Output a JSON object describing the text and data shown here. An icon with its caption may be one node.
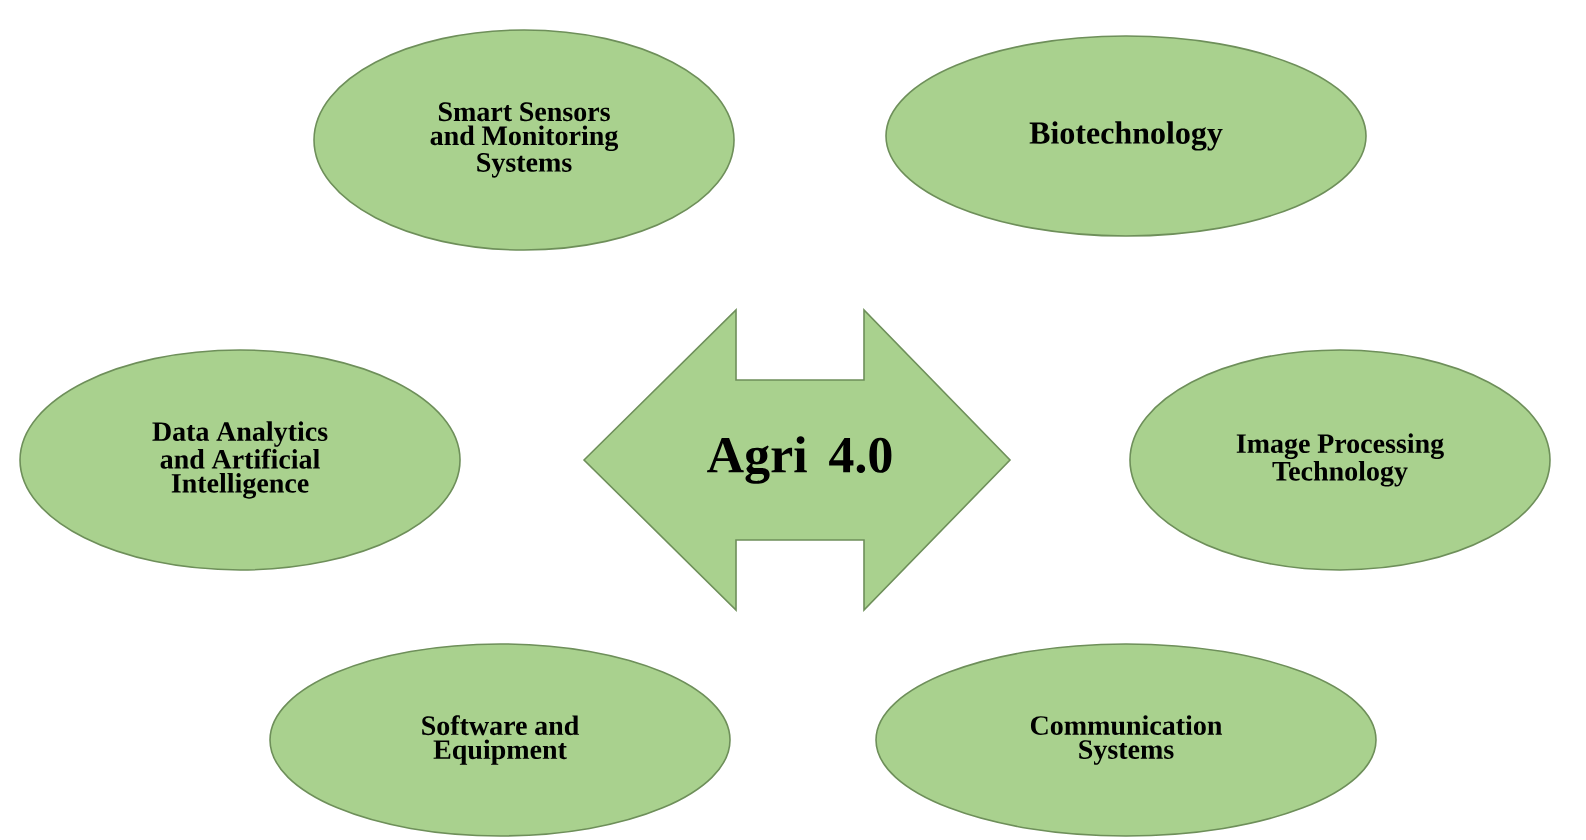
{
  "diagram": {
    "nodes": [
      {
        "text": [
          "Smart Sensors and Monitoring Systems"
        ]
      },
      {
        "text": [
          "Biotechnology"
        ]
      },
      {
        "text": [
          "Data Analytics and Artificial Intelligence"
        ]
      },
      {
        "text": [
          "Agri 4.0"
        ]
      },
      {
        "text": [
          "Image Processing Technology"
        ]
      },
      {
        "text": [
          "Software and Equipment"
        ]
      },
      {
        "text": [
          "Communication Systems"
        ]
      }
    ]
  }
}
